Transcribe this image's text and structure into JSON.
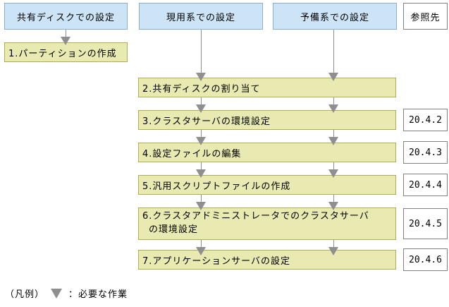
{
  "colors": {
    "header_fill": "#cce4f6",
    "header_border": "#8aaecb",
    "step_fill": "#e9e9b2",
    "step_border": "#aeae52",
    "arrow": "#8f8f8f",
    "reference_border": "#818181",
    "text": "#000000",
    "background": "#ffffff"
  },
  "headers": [
    {
      "label": "共有ディスクでの設定"
    },
    {
      "label": "現用系での設定"
    },
    {
      "label": "予備系での設定"
    }
  ],
  "reference_column": {
    "header": "参照先"
  },
  "steps": [
    {
      "label": "1.パーティションの作成",
      "ref": ""
    },
    {
      "label": "2.共有ディスクの割り当て",
      "ref": ""
    },
    {
      "label": "3.クラスタサーバの環境設定",
      "ref": "20.4.2"
    },
    {
      "label": "4.設定ファイルの編集",
      "ref": "20.4.3"
    },
    {
      "label": "5.汎用スクリプトファイルの作成",
      "ref": "20.4.4"
    },
    {
      "label": "6.クラスタアドミニストレータでのクラスタサーバ",
      "label2": "の環境設定",
      "ref": "20.4.5"
    },
    {
      "label": "7.アプリケーションサーバの設定",
      "ref": "20.4.6"
    }
  ],
  "legend": {
    "prefix": "（凡例）",
    "icon": "required-work-down-triangle",
    "label": "：必要な作業"
  }
}
